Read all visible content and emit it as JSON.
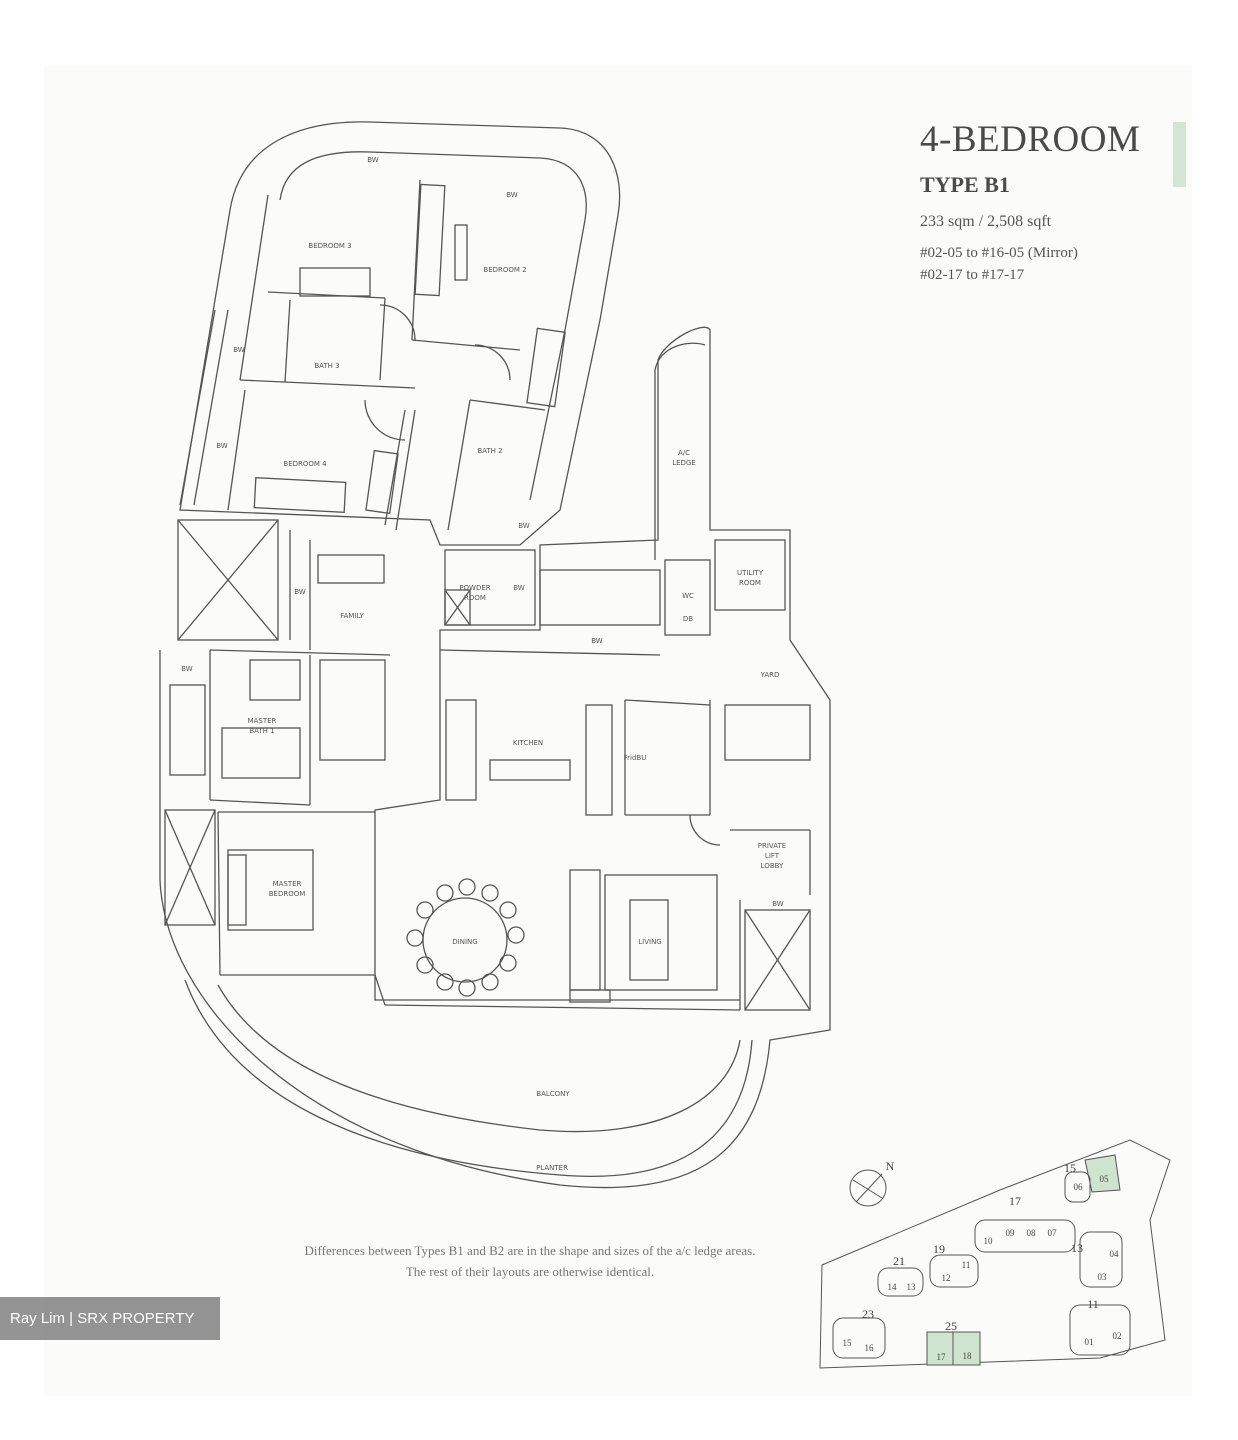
{
  "header": {
    "title": "4-BEDROOM",
    "type": "TYPE B1",
    "area": "233 sqm / 2,508 sqft",
    "units_line1": "#02-05 to #16-05 (Mirror)",
    "units_line2": "#02-17 to #17-17"
  },
  "rooms": {
    "bedroom3": "BEDROOM 3",
    "bedroom2": "BEDROOM 2",
    "bath3": "BATH 3",
    "bedroom4": "BEDROOM 4",
    "bath2": "BATH 2",
    "ac_ledge_1": "A/C",
    "ac_ledge_2": "LEDGE",
    "utility_1": "UTILITY",
    "utility_2": "ROOM",
    "powder_1": "POWDER",
    "powder_2": "ROOM",
    "family": "FAMILY",
    "wc": "WC",
    "db": "DB",
    "yard": "YARD",
    "master_bath_1": "MASTER",
    "master_bath_2": "BATH 1",
    "kitchen": "KITCHEN",
    "fridge": "FridBU",
    "lobby_1": "PRIVATE",
    "lobby_2": "LIFT",
    "lobby_3": "LOBBY",
    "master_bed_1": "MASTER",
    "master_bed_2": "BEDROOM",
    "dining": "DINING",
    "living": "LIVING",
    "balcony": "BALCONY",
    "planter": "PLANTER",
    "bw": "BW"
  },
  "note": {
    "line1": "Differences between Types B1 and B2 are in the shape and sizes of the a/c ledge areas.",
    "line2": "The rest of their layouts are otherwise identical."
  },
  "keyplan": {
    "north": "N",
    "blocks": {
      "b15": "15",
      "b17": "17",
      "b13": "13",
      "b11": "11",
      "b19": "19",
      "b21": "21",
      "b23": "23",
      "b25": "25"
    },
    "units": {
      "u05": "05",
      "u06": "06",
      "u10": "10",
      "u09": "09",
      "u08": "08",
      "u07": "07",
      "u04": "04",
      "u03": "03",
      "u12": "12",
      "u11": "11",
      "u14": "14",
      "u13": "13",
      "u15": "15",
      "u16": "16",
      "u17": "17",
      "u18": "18",
      "u01": "01",
      "u02": "02"
    },
    "highlight_color": "#cfe4cf"
  },
  "watermark": "Ray Lim | SRX PROPERTY"
}
